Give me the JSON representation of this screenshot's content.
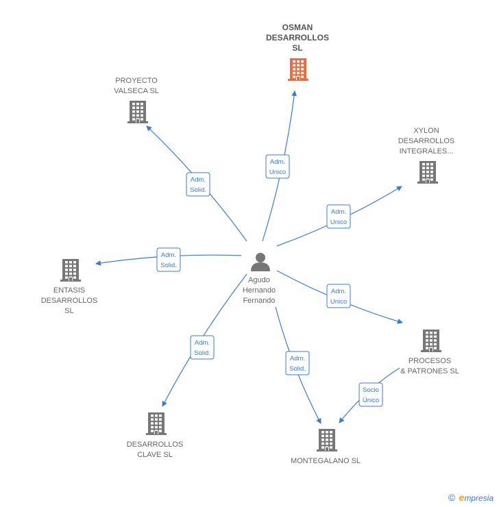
{
  "colors": {
    "edge": "#3a7bd5",
    "building": "#777777",
    "building_highlight": "#f26a3b",
    "person": "#777777"
  },
  "center": {
    "name": "Agudo Hernando Fernando",
    "lines": [
      "Agudo",
      "Hernando",
      "Fernando"
    ],
    "icon": "person-icon"
  },
  "companies": [
    {
      "key": "osman",
      "lines": [
        "OSMAN",
        "DESARROLLOS",
        "SL"
      ],
      "highlight": true,
      "icon": "building-icon"
    },
    {
      "key": "proyecto",
      "lines": [
        "PROYECTO",
        "VALSECA SL"
      ],
      "highlight": false,
      "icon": "building-icon"
    },
    {
      "key": "xylon",
      "lines": [
        "XYLON",
        "DESARROLLOS",
        "INTEGRALES..."
      ],
      "highlight": false,
      "icon": "building-icon"
    },
    {
      "key": "entasis",
      "lines": [
        "ENTASIS",
        "DESARROLLOS",
        "SL"
      ],
      "highlight": false,
      "icon": "building-icon"
    },
    {
      "key": "procesos",
      "lines": [
        "PROCESOS",
        "& PATRONES SL"
      ],
      "highlight": false,
      "icon": "building-icon"
    },
    {
      "key": "clave",
      "lines": [
        "DESARROLLOS",
        "CLAVE  SL"
      ],
      "highlight": false,
      "icon": "building-icon"
    },
    {
      "key": "montegalano",
      "lines": [
        "MONTEGALANO SL"
      ],
      "highlight": false,
      "icon": "building-icon"
    }
  ],
  "relations": [
    {
      "from": "center",
      "to": "osman",
      "label": [
        "Adm.",
        "Unico"
      ]
    },
    {
      "from": "center",
      "to": "proyecto",
      "label": [
        "Adm.",
        "Solid."
      ]
    },
    {
      "from": "center",
      "to": "xylon",
      "label": [
        "Adm.",
        "Unico"
      ]
    },
    {
      "from": "center",
      "to": "entasis",
      "label": [
        "Adm.",
        "Solid."
      ]
    },
    {
      "from": "center",
      "to": "procesos",
      "label": [
        "Adm.",
        "Unico"
      ]
    },
    {
      "from": "center",
      "to": "clave",
      "label": [
        "Adm.",
        "Solid."
      ]
    },
    {
      "from": "center",
      "to": "montegalano",
      "label": [
        "Adm.",
        "Solid."
      ]
    },
    {
      "from": "procesos",
      "to": "montegalano",
      "label": [
        "Socio",
        "Único"
      ]
    }
  ],
  "footer": {
    "copyright": "©",
    "brand_first": "e",
    "brand_rest": "mpresia"
  }
}
